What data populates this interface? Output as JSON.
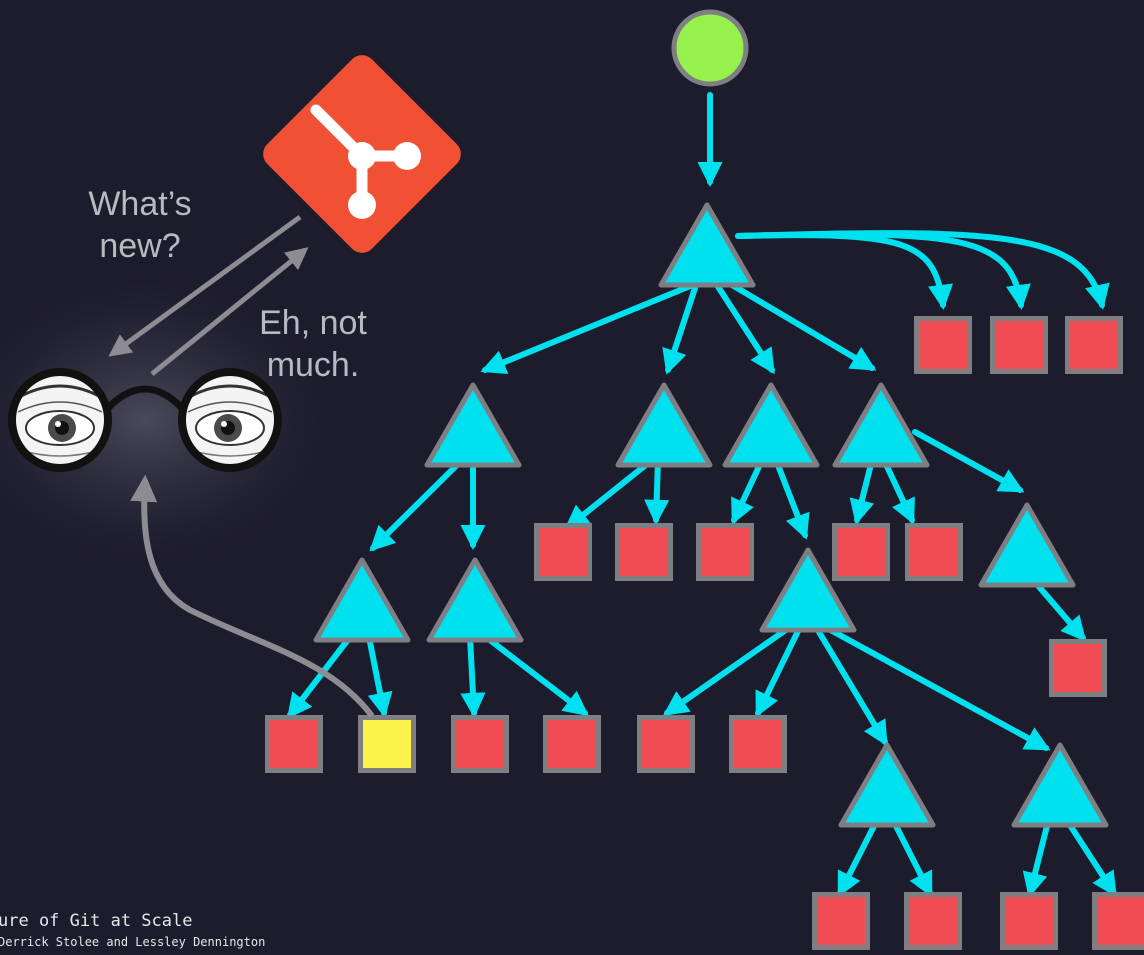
{
  "bubbles": {
    "question": "What’s new?",
    "answer": "Eh, not much."
  },
  "footer": {
    "title": "ure of Git at Scale",
    "authors": "Derrick Stolee and Lessley Dennington"
  },
  "icons": {
    "git_logo": "git-logo-icon",
    "observer": "glasses-eyes-icon"
  },
  "colors": {
    "background": "#1d1c2c",
    "commit_node": "#97f14c",
    "tree_node": "#00e1f0",
    "blob_node": "#f24d55",
    "changed_blob": "#fbf24a",
    "node_border": "#7f7f83",
    "edge": "#00e1f0",
    "git_brand": "#f05033",
    "conversation_arrow": "#8c8c92"
  }
}
